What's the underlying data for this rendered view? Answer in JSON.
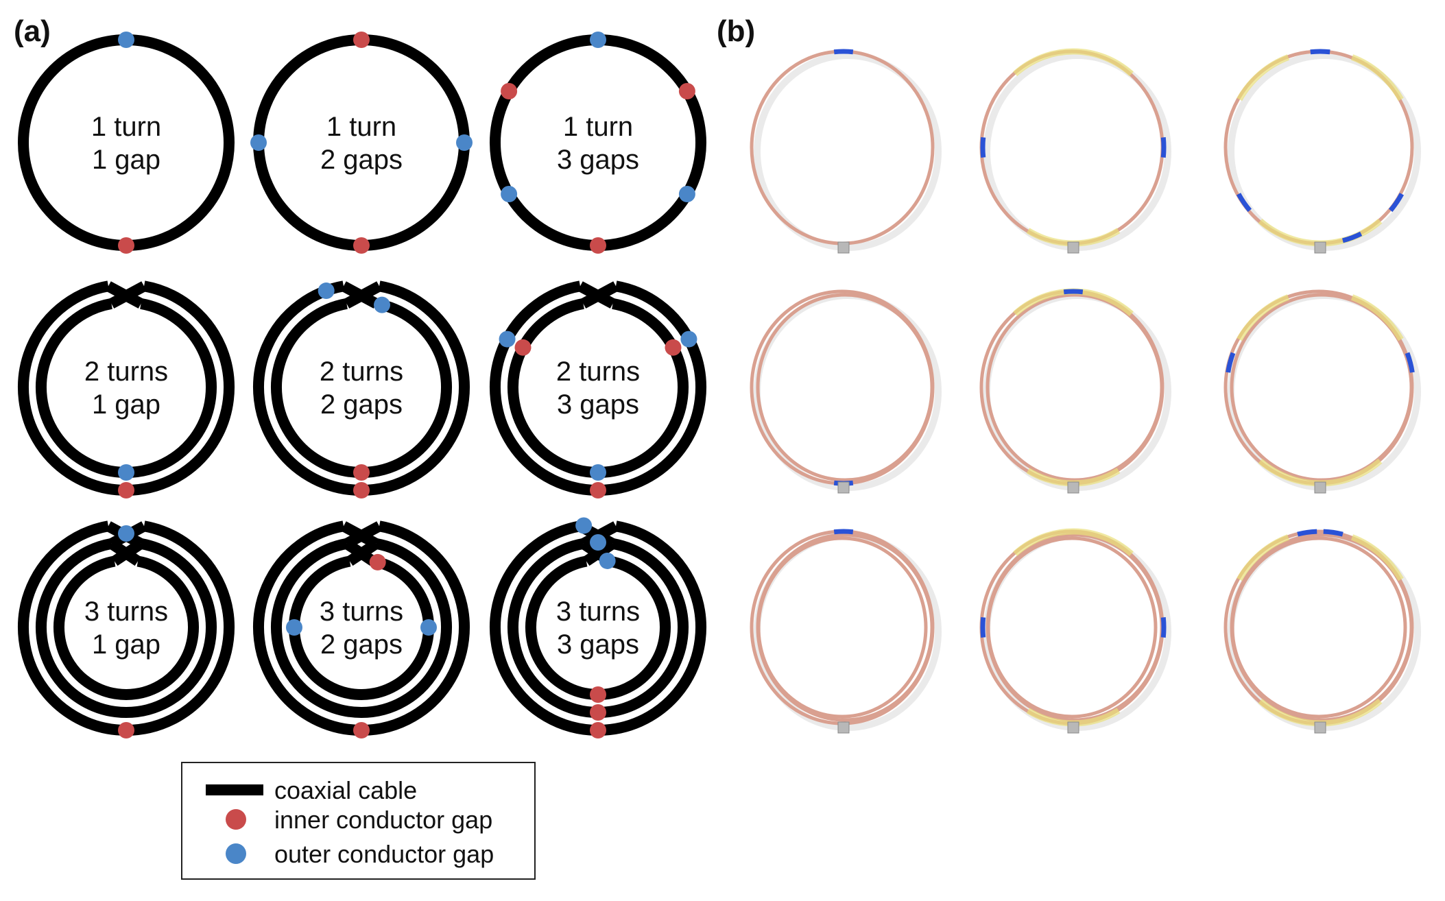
{
  "panels": {
    "a_label": "(a)",
    "b_label": "(b)"
  },
  "coils": [
    {
      "line1": "1 turn",
      "line2": "1 gap",
      "turns": 1,
      "gaps": 1
    },
    {
      "line1": "1 turn",
      "line2": "2 gaps",
      "turns": 1,
      "gaps": 2
    },
    {
      "line1": "1 turn",
      "line2": "3 gaps",
      "turns": 1,
      "gaps": 3
    },
    {
      "line1": "2 turns",
      "line2": "1 gap",
      "turns": 2,
      "gaps": 1
    },
    {
      "line1": "2 turns",
      "line2": "2 gaps",
      "turns": 2,
      "gaps": 2
    },
    {
      "line1": "2 turns",
      "line2": "3 gaps",
      "turns": 2,
      "gaps": 3
    },
    {
      "line1": "3 turns",
      "line2": "1 gap",
      "turns": 3,
      "gaps": 1
    },
    {
      "line1": "3 turns",
      "line2": "2 gaps",
      "turns": 3,
      "gaps": 2
    },
    {
      "line1": "3 turns",
      "line2": "3 gaps",
      "turns": 3,
      "gaps": 3
    }
  ],
  "legend": {
    "cable_label": "coaxial cable",
    "inner_label": "inner conductor gap",
    "outer_label": "outer conductor gap"
  },
  "colors": {
    "cable": "#000000",
    "inner_gap": "#c94b4b",
    "outer_gap": "#4a86c8",
    "photo_wire": "#d9a090",
    "photo_tape": "#2a52d6",
    "photo_yellow": "#e9df7a"
  }
}
